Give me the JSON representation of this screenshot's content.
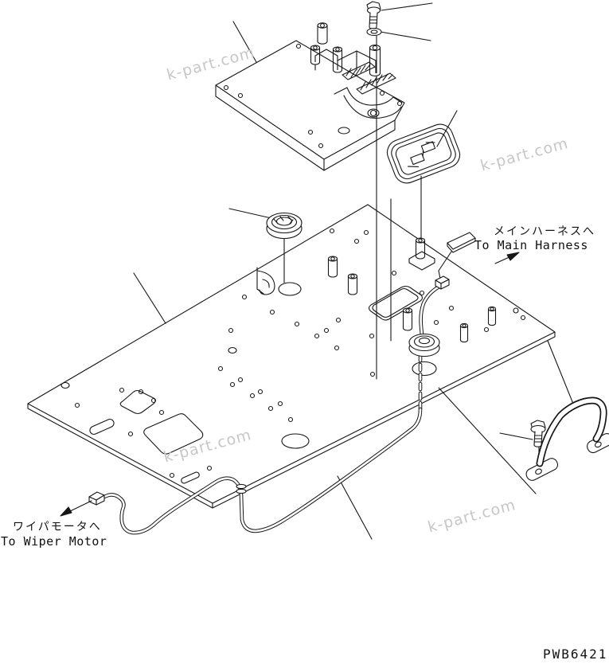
{
  "drawing": {
    "number": "PWB6421",
    "line_color": "#161616",
    "background": "#ffffff",
    "type": "exploded parts diagram (floor plate / wiring harness)"
  },
  "labels": {
    "main_harness": {
      "jp": "メインハーネスへ",
      "en": "To Main Harness"
    },
    "wiper_motor": {
      "jp": "ワイパモータへ",
      "en": "To Wiper Motor"
    }
  },
  "watermark": {
    "text": "k-part.com",
    "color": "#c7c7c7",
    "rotation_deg": -15,
    "count": 4
  },
  "parts": [
    "mounting-bolt",
    "washer",
    "controller-mount-plate",
    "rubber-seal-cover",
    "round-grommet",
    "floor-plate",
    "harness-clamp",
    "wiring-harness",
    "harness-grommet",
    "wiper-connector",
    "grab-handle",
    "handle-bolt"
  ]
}
